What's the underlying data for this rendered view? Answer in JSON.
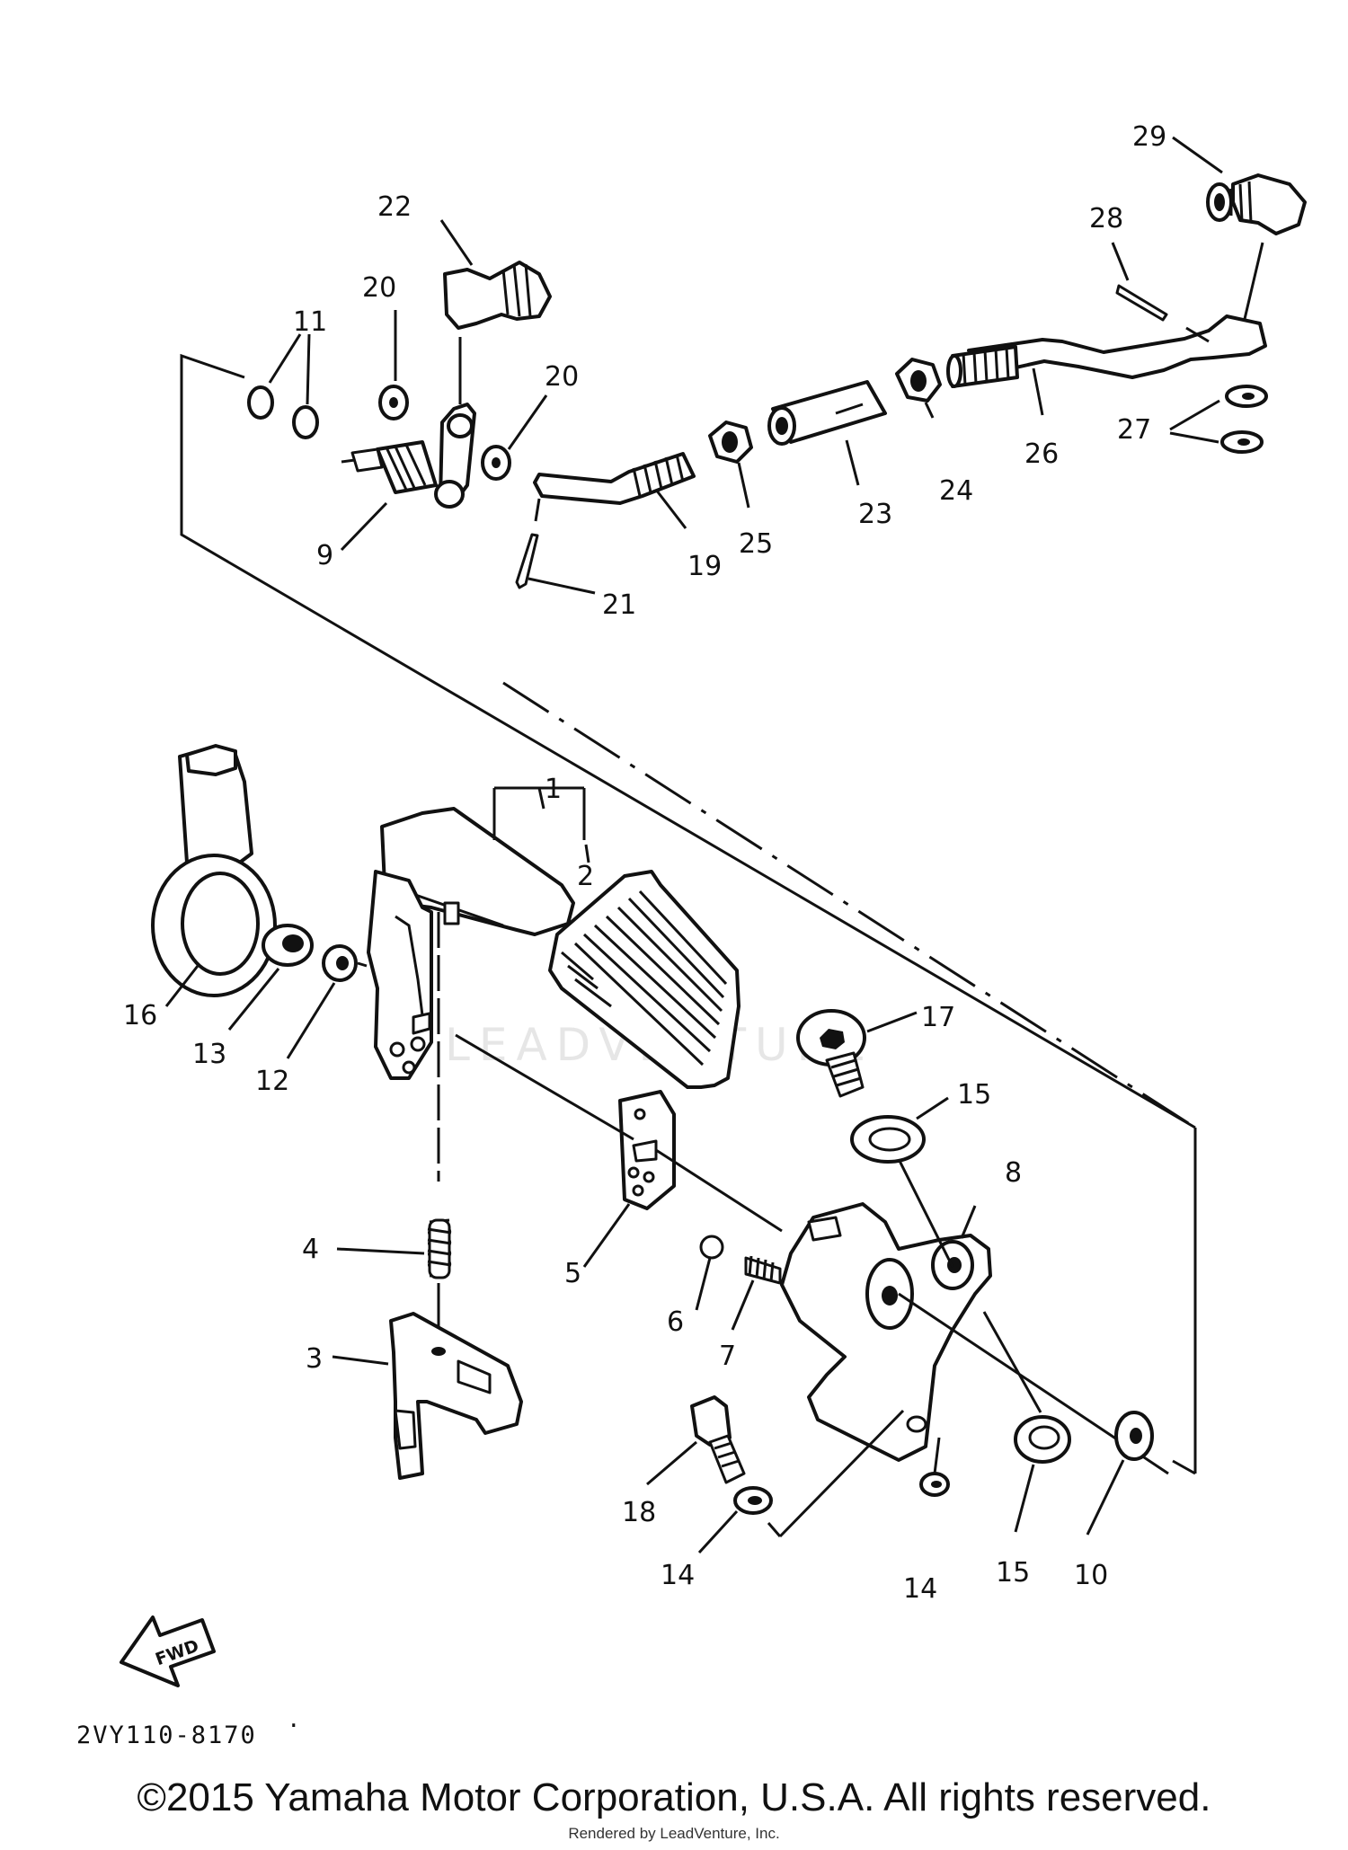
{
  "diagram": {
    "callouts": {
      "p1": "1",
      "p2": "2",
      "p3": "3",
      "p4": "4",
      "p5": "5",
      "p6": "6",
      "p7": "7",
      "p8": "8",
      "p9": "9",
      "p10": "10",
      "p11": "11",
      "p12": "12",
      "p13": "13",
      "p14a": "14",
      "p14b": "14",
      "p15a": "15",
      "p15b": "15",
      "p16": "16",
      "p17": "17",
      "p18": "18",
      "p19": "19",
      "p20a": "20",
      "p20b": "20",
      "p21": "21",
      "p22": "22",
      "p23": "23",
      "p24": "24",
      "p25": "25",
      "p26": "26",
      "p27": "27",
      "p28": "28",
      "p29": "29"
    },
    "fwd_label": "FWD",
    "diagram_code": "2VY110-8170",
    "watermark": "LEADVENTURE"
  },
  "footer": {
    "copyright": "©2015 Yamaha Motor Corporation, U.S.A. All rights reserved.",
    "rendered_by": "Rendered by LeadVenture, Inc."
  }
}
